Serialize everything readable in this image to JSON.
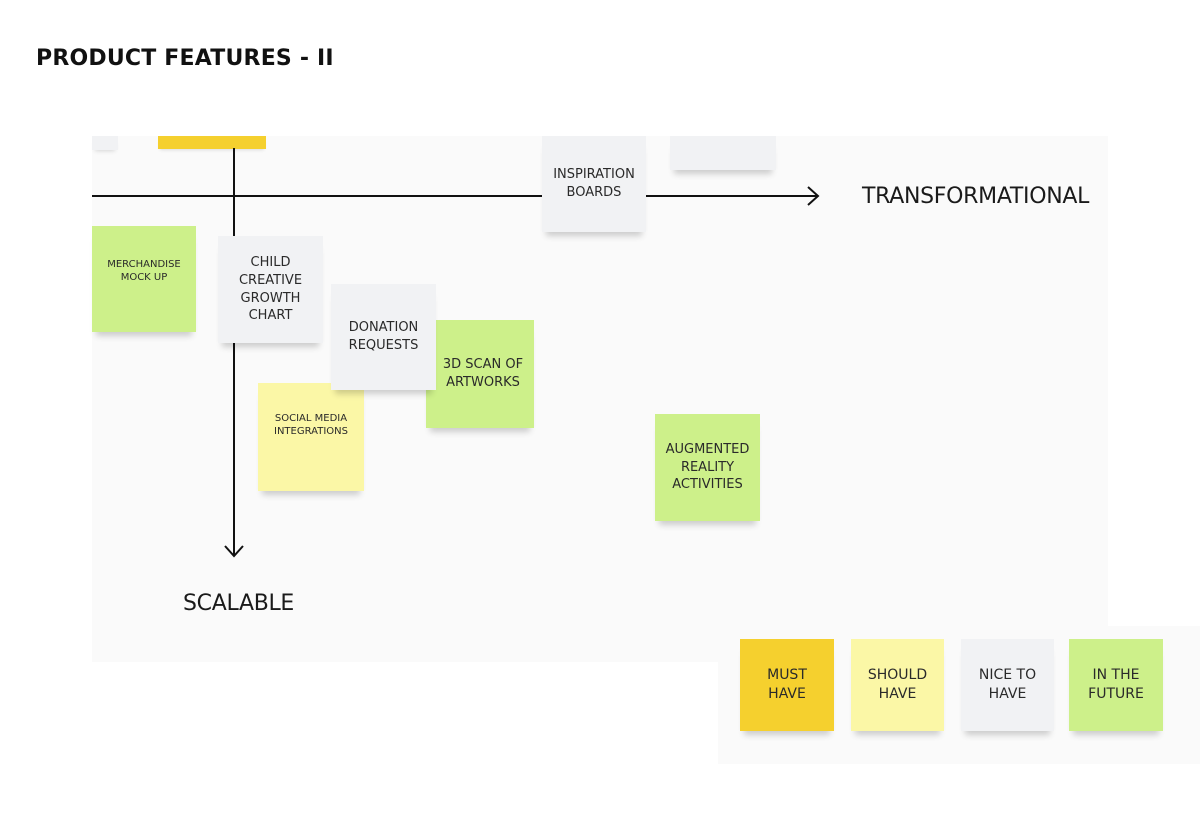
{
  "page": {
    "title": "PRODUCT FEATURES - II"
  },
  "axes": {
    "horizontal_label": "TRANSFORMATIONAL",
    "vertical_label": "SCALABLE"
  },
  "colors": {
    "must_have": "#f5d02e",
    "should_have": "#fbf7a6",
    "nice_to_have": "#f1f2f4",
    "in_the_future": "#cdf08a"
  },
  "stickies": {
    "inspiration_boards": "INSPIRATION\nBOARDS",
    "merchandise_mock_up": "MERCHANDISE\nMOCK UP",
    "child_creative_growth_chart": "CHILD\nCREATIVE\nGROWTH\nCHART",
    "donation_requests": "DONATION\nREQUESTS",
    "scan_of_artworks": "3D SCAN OF\nARTWORKS",
    "social_media_integrations": "SOCIAL MEDIA\nINTEGRATIONS",
    "augmented_reality_activities": "AUGMENTED\nREALITY\nACTIVITIES"
  },
  "legend": {
    "must_have": "MUST\nHAVE",
    "should_have": "SHOULD\nHAVE",
    "nice_to_have": "NICE TO\nHAVE",
    "in_the_future": "IN THE\nFUTURE"
  }
}
